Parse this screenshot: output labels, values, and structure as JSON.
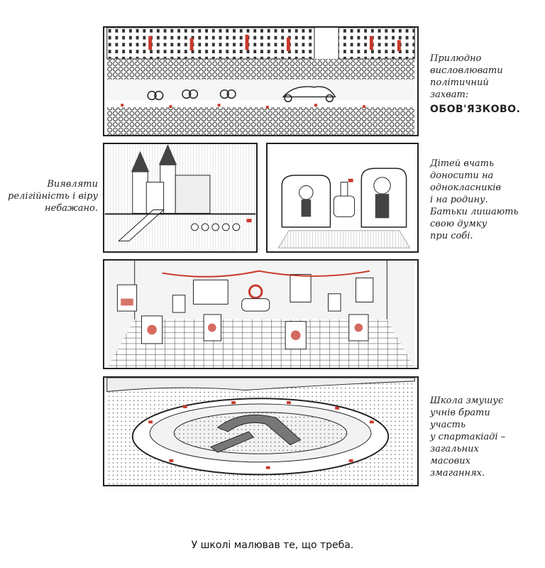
{
  "captions": {
    "parade": [
      "Прилюдно",
      "висловлювати",
      "політичний",
      "захват:"
    ],
    "parade_emphasis": "ОБОВ'ЯЗКОВО.",
    "religion": [
      "Виявляти",
      "релігійність і віру",
      "небажано."
    ],
    "informing": [
      "Дітей вчать",
      "доносити на",
      "однокласників",
      "і на родину.",
      "Батьки лишають",
      "свою думку",
      "при собі."
    ],
    "spartakiad": [
      "Школа змушує",
      "учнів брати",
      "участь",
      "у спартакіаді –",
      "загальних",
      "масових",
      "змаганнях."
    ]
  },
  "footer": "У школі малював те, що треба.",
  "colors": {
    "ink": "#1c1c1c",
    "accent_red": "#c8392b",
    "paper": "#ffffff"
  }
}
